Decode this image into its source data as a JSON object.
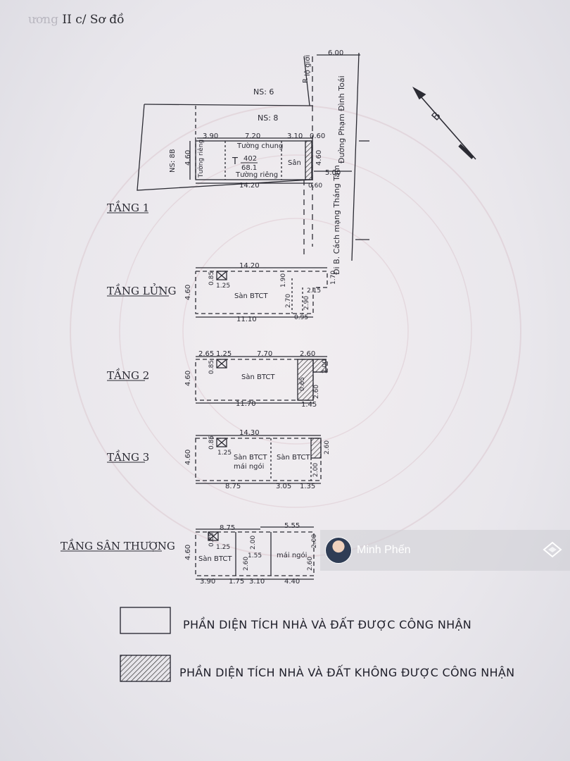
{
  "header": {
    "faded_prefix": "ương",
    "title": "II c/ Sơ đồ"
  },
  "sections": {
    "tang1": "TẦNG 1",
    "tang_lung": "TẦNG LỬNG",
    "tang2": "TẦNG 2",
    "tang3": "TẦNG 3",
    "tang_san_thuong": "TẦNG SÂN THƯỢNG"
  },
  "site": {
    "ns6": "NS: 6",
    "ns8": "NS: 8",
    "ns8b": "NS: 8B",
    "lo_gioi": "lộ giới",
    "r": "R",
    "street_main": "Đường Phạm Đình Toái",
    "street_side": "Đi B. Cách mạng Tháng Tám",
    "north": "B"
  },
  "floor1": {
    "top_dims": [
      "3.90",
      "7.20",
      "3.10",
      "0.60"
    ],
    "road_width": "6.00",
    "depth": "4.60",
    "depth_right": "4.60",
    "tuong_chung": "Tường chung",
    "tuong_rieng_left": "Tường riêng",
    "tuong_rieng_bottom": "Tường riêng",
    "parcel_prefix": "T",
    "parcel_top": "402",
    "parcel_bottom": "68.1",
    "san": "Sân",
    "bottom_len": "14.20",
    "right_dim": "5.00",
    "small": "0.60"
  },
  "mezzanine": {
    "top": "14.20",
    "depth": "4.60",
    "void_a": "0.85",
    "void_b": "1.25",
    "label": "Sàn BTCT",
    "d1": "1.90",
    "d2": "2.70",
    "d3": "2.15",
    "d4": "2.90",
    "d5": "1.70",
    "bottom": "11.10",
    "bottom2": "0.95"
  },
  "floor2": {
    "top_dims": [
      "2.65",
      "1.25",
      "7.70",
      "2.60"
    ],
    "depth": "4.60",
    "void": "0.85",
    "label": "Sàn BTCT",
    "d1": "0.65",
    "d2": "2.60",
    "d3": "2.00",
    "bottom": "11.70",
    "bottom2": "1.45"
  },
  "floor3": {
    "top": "14.30",
    "depth": "4.60",
    "void_a": "0.85",
    "void_b": "1.25",
    "label_left_1": "Sàn BTCT",
    "label_left_2": "mái ngói",
    "label_right": "Sàn BTCT",
    "d1": "2.60",
    "d2": "2.00",
    "bottom": [
      "8.75",
      "3.05",
      "1.35"
    ]
  },
  "roof": {
    "top": [
      "8.75",
      "5.55"
    ],
    "depth": "4.60",
    "void_a": "0.85",
    "void_b": "1.25",
    "label_left": "Sàn BTCT",
    "label_right": "mái ngói",
    "d1": "2.00",
    "d2": "1.55",
    "d3": "2.60",
    "d4": "2.60",
    "d5": "2.00",
    "bottom": [
      "3.90",
      "1.75",
      "3.10",
      "4.40"
    ]
  },
  "legend": {
    "recognized": "PHẦN DIỆN TÍCH NHÀ VÀ ĐẤT ĐƯỢC CÔNG NHẬN",
    "not_recognized": "PHẦN DIỆN TÍCH NHÀ VÀ ĐẤT  KHÔNG ĐƯỢC CÔNG NHẬN"
  },
  "watermark": {
    "name": "Minh Phến"
  }
}
